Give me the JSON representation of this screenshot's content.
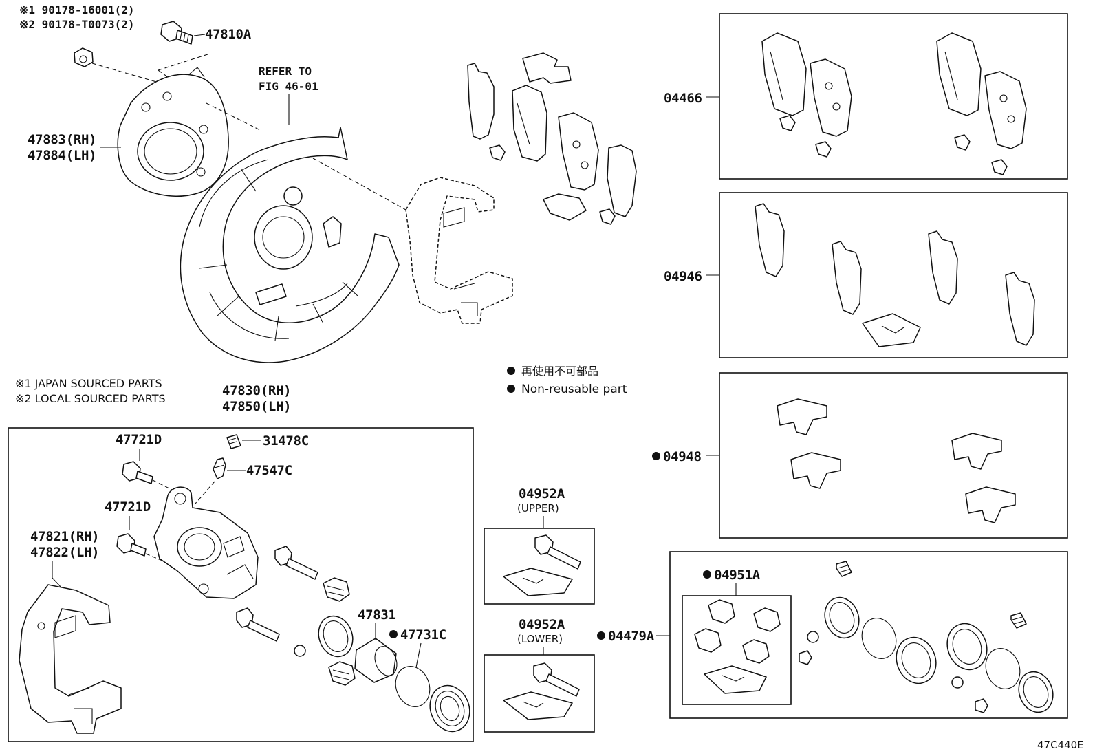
{
  "notes": {
    "top1": "※1 90178-16001(2)",
    "top2": "※2 90178-T0073(2)",
    "source1": "※1 JAPAN SOURCED PARTS",
    "source2": "※2 LOCAL SOURCED PARTS",
    "refer1": "REFER TO",
    "refer2": "FIG 46-01"
  },
  "legend": {
    "japanese": "再使用不可部品",
    "english": "Non-reusable part"
  },
  "labels": {
    "p47810A": "47810A",
    "p47883": "47883(RH)",
    "p47884": "47884(LH)",
    "p47830": "47830(RH)",
    "p47850": "47850(LH)",
    "p47721D_1": "47721D",
    "p31478C": "31478C",
    "p47547C": "47547C",
    "p47721D_2": "47721D",
    "p47821": "47821(RH)",
    "p47822": "47822(LH)",
    "p47831": "47831",
    "p47731C": "47731C",
    "p04952A_upper": "04952A",
    "upper": "(UPPER)",
    "p04952A_lower": "04952A",
    "lower": "(LOWER)",
    "p04466": "04466",
    "p04946": "04946",
    "p04948": "04948",
    "p04951A": "04951A",
    "p04479A": "04479A"
  },
  "figure_code": "47C440E"
}
